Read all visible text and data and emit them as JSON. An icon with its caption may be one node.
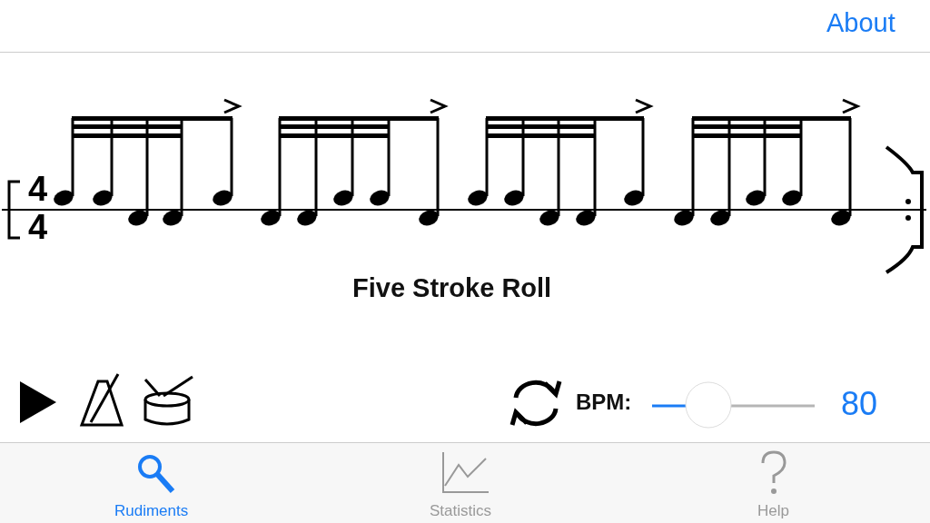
{
  "diagram": {
    "labels": [
      "About",
      "4",
      "4",
      "Five Stroke Roll",
      "BPM:",
      "80",
      "Rudiments",
      "Statistics",
      "Help"
    ]
  }
}
